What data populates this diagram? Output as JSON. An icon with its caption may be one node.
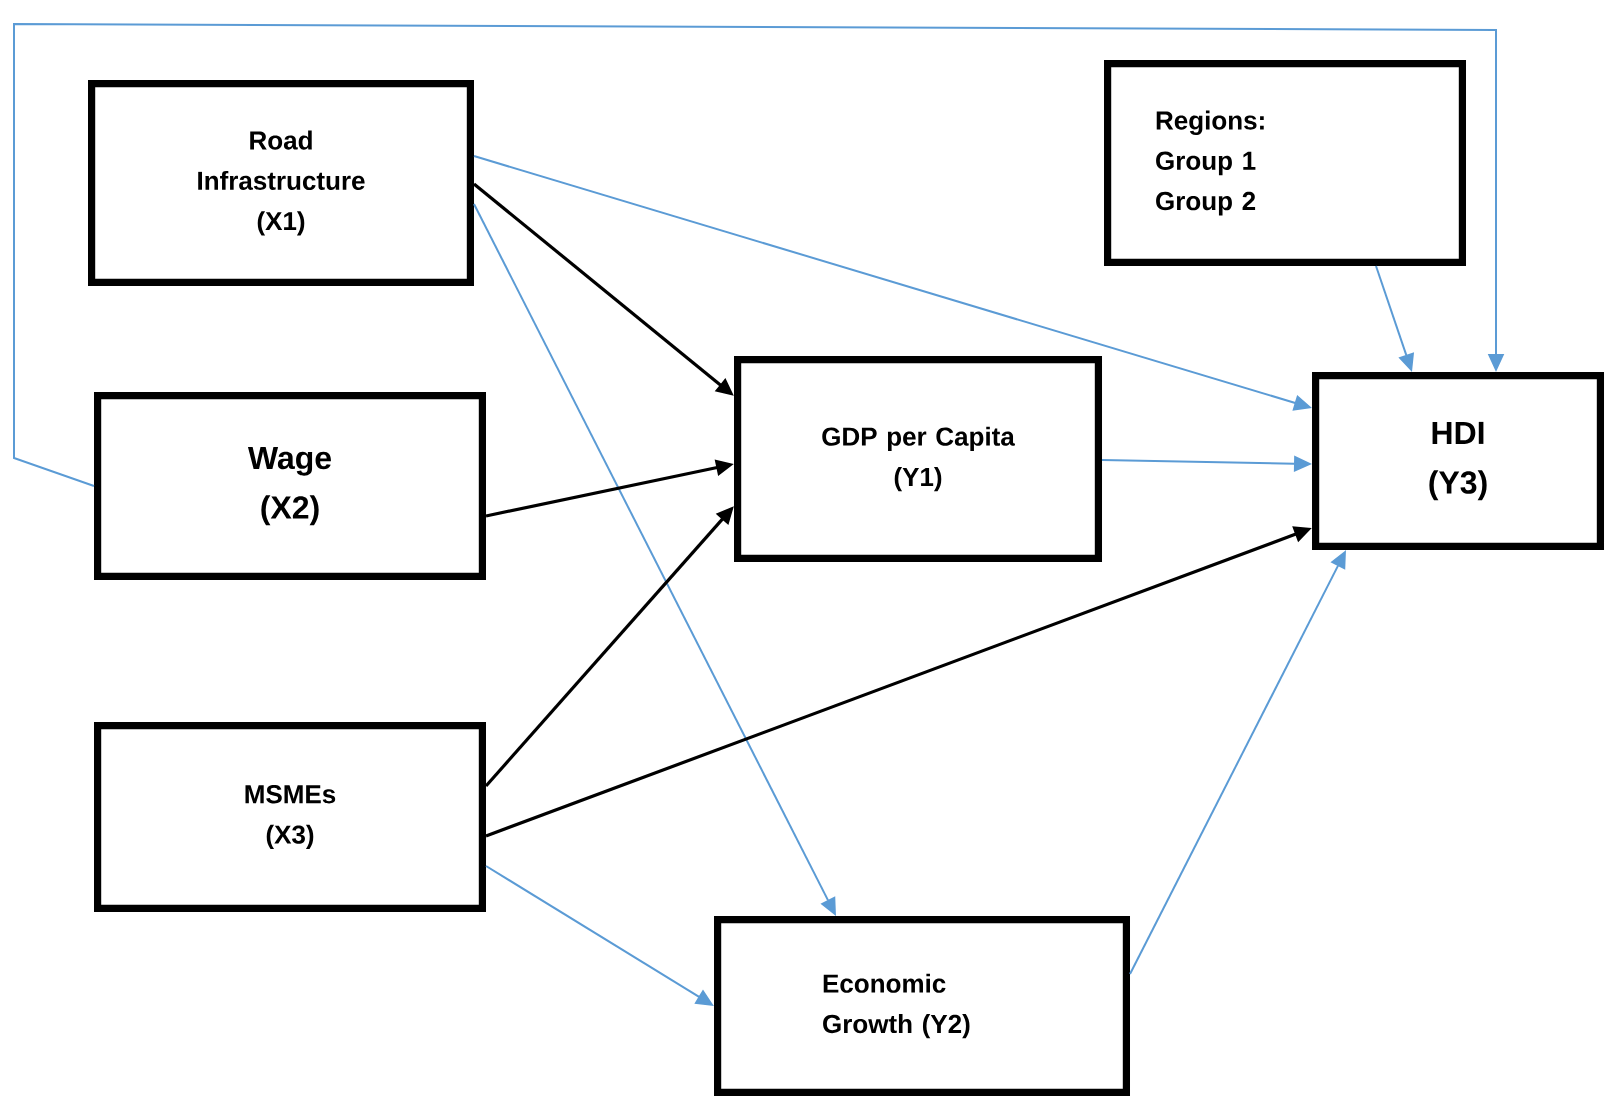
{
  "diagram": {
    "nodes": [
      {
        "text": [
          "Road Infrastructure",
          "(X1)"
        ]
      },
      {
        "text": [
          "Wage",
          "(X2)"
        ]
      },
      {
        "text": [
          "MSMEs",
          "(X3)"
        ]
      },
      {
        "text": [
          "GDP per Capita",
          "(Y1)"
        ]
      },
      {
        "text": [
          "Economic Growth (Y2)"
        ]
      },
      {
        "text": [
          "Regions:",
          "Group 1",
          "Group 2"
        ]
      },
      {
        "text": [
          "HDI",
          "(Y3)"
        ]
      }
    ],
    "edges": [
      {
        "from": 0,
        "to": 3,
        "arrow": "to",
        "color": "#000000"
      },
      {
        "from": 0,
        "to": 6,
        "arrow": "to",
        "color": "#5b9bd5"
      },
      {
        "from": 0,
        "to": 4,
        "arrow": "to",
        "color": "#5b9bd5"
      },
      {
        "from": 1,
        "to": 3,
        "arrow": "to",
        "color": "#000000"
      },
      {
        "from": 1,
        "to": 6,
        "arrow": "to",
        "color": "#5b9bd5"
      },
      {
        "from": 2,
        "to": 3,
        "arrow": "to",
        "color": "#000000"
      },
      {
        "from": 2,
        "to": 6,
        "arrow": "to",
        "color": "#000000"
      },
      {
        "from": 2,
        "to": 4,
        "arrow": "to",
        "color": "#5b9bd5"
      },
      {
        "from": 3,
        "to": 6,
        "arrow": "to",
        "color": "#5b9bd5"
      },
      {
        "from": 5,
        "to": 6,
        "arrow": "to",
        "color": "#5b9bd5"
      },
      {
        "from": 4,
        "to": 6,
        "arrow": "to",
        "color": "#5b9bd5"
      }
    ]
  }
}
